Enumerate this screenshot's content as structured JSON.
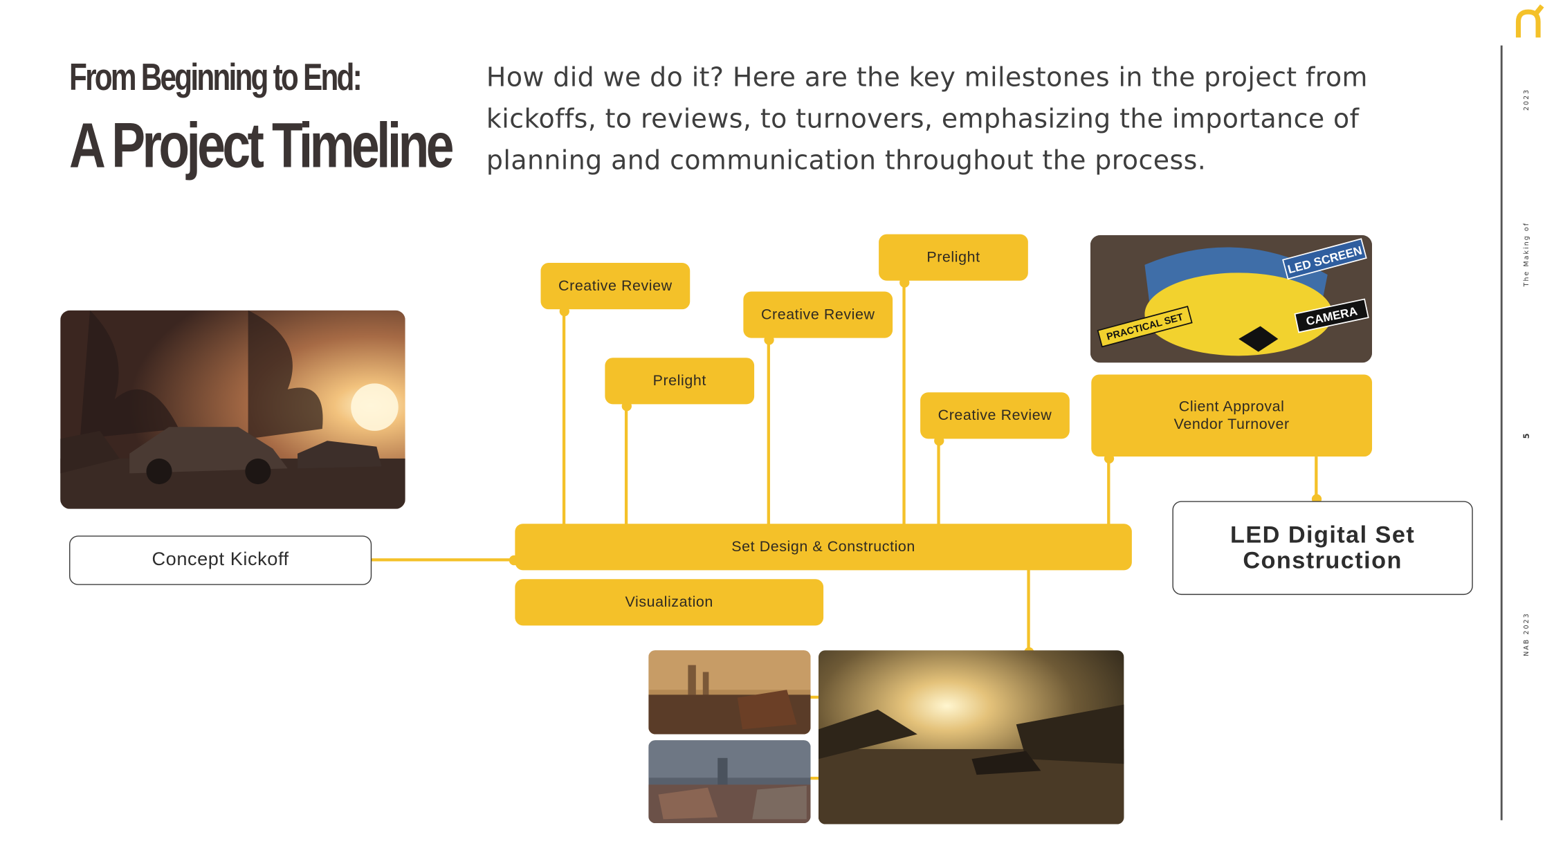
{
  "header": {
    "title_line1": "From Beginning to End:",
    "title_line2": "A Project Timeline",
    "intro": "How did we do it? Here are the key milestones in the project from kickoffs, to reviews, to turnovers,  emphasizing the importance of planning and communication throughout the process."
  },
  "timeline": {
    "kickoff": "Concept Kickoff",
    "main_bar": "Set Design & Construction",
    "visualization": "Visualization",
    "milestones": [
      "Creative Review",
      "Prelight",
      "Creative Review",
      "Prelight",
      "Creative Review"
    ],
    "approval_line1": "Client Approval",
    "approval_line2": "Vendor Turnover",
    "final_line1": "LED Digital Set",
    "final_line2": "Construction"
  },
  "diagram_labels": {
    "led_screen": "LED SCREEN",
    "camera": "CAMERA",
    "practical_set": "PRACTICAL SET"
  },
  "sidebar": {
    "year_top": "2023",
    "making_of": "The Making of",
    "page_number": "5",
    "event": "NAB 2023"
  },
  "colors": {
    "accent": "#f4c129",
    "title": "#3b3433",
    "text": "#3e3e3e"
  },
  "icons": {
    "logo": "brand-logo-icon"
  }
}
